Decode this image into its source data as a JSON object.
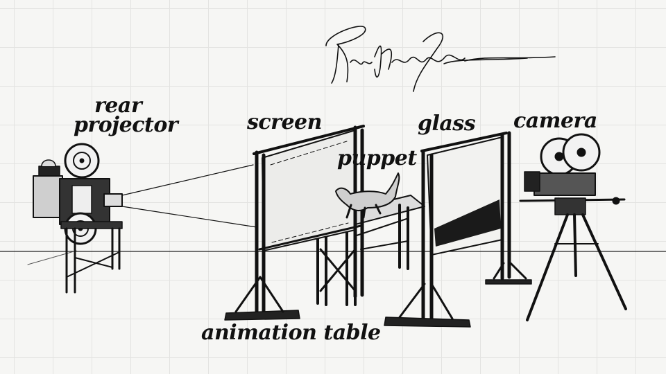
{
  "labels": {
    "rear_projector_line1": "rear",
    "rear_projector_line2": "projector",
    "screen": "screen",
    "puppet": "puppet",
    "glass": "glass",
    "camera": "camera",
    "animation_table": "animation table"
  },
  "signature_text": "Ray Harryhausen",
  "colors": {
    "ink": "#111111",
    "paper": "#f6f6f4",
    "grid": "#e3e3e1"
  }
}
